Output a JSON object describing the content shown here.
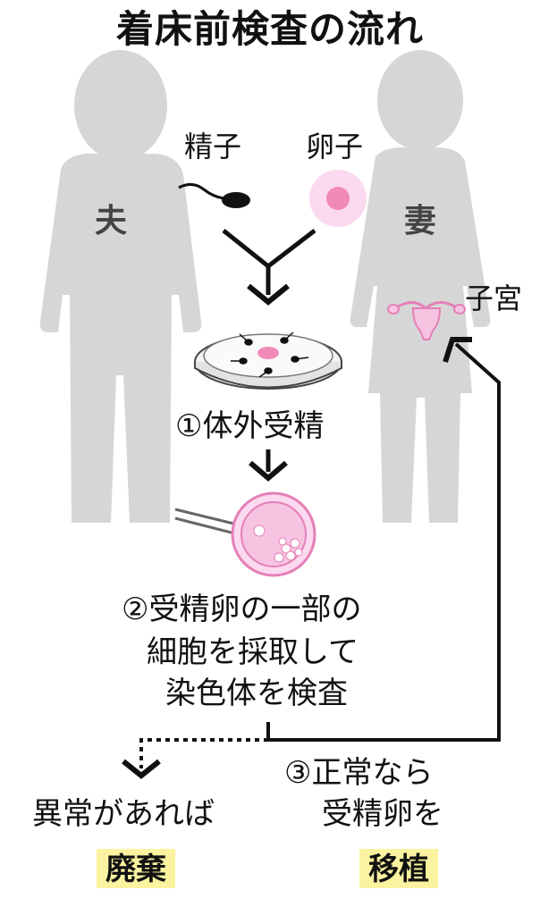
{
  "title": "着床前検査の流れ",
  "figures": {
    "husband": "夫",
    "wife": "妻"
  },
  "labels": {
    "sperm": "精子",
    "egg": "卵子",
    "uterus": "子宮"
  },
  "steps": {
    "step1": {
      "number": "①",
      "text": "体外受精"
    },
    "step2": {
      "number": "②",
      "lines": [
        "受精卵の一部の",
        "細胞を採取して",
        "染色体を検査"
      ]
    },
    "step3": {
      "number": "③",
      "lines": [
        "正常なら",
        "受精卵を"
      ],
      "result": "移植"
    }
  },
  "abnormal": {
    "text": "異常があれば",
    "result": "廃棄"
  },
  "colors": {
    "figure_gray": "#d6d6d6",
    "pink": "#f0a6d0",
    "pink_light": "#fbd9ee",
    "highlight": "#fbf3a0",
    "line": "#111111"
  }
}
